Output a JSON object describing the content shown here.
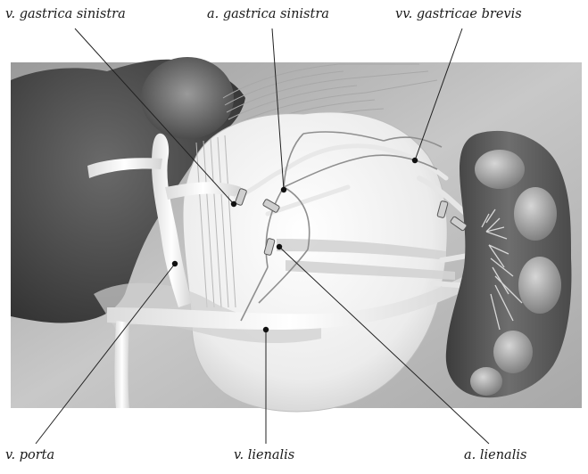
{
  "labels": {
    "v_gastrica_sinistra": "v. gastrica sinistra",
    "a_gastrica_sinistra": "a. gastrica sinistra",
    "vv_gastricae_breves": "vv. gastricae brevis",
    "v_porta": "v. porta",
    "v_lienalis": "v. lienalis",
    "a_lienalis": "a. lienalis"
  },
  "colors": {
    "background": "#b9b9b9",
    "liver": "#4a4a4a",
    "stomach": "#ececec",
    "spleen": "#5f5f5f",
    "vein": "#f2f2f2",
    "artery": "#8a8a8a",
    "leader_line": "#222222"
  }
}
